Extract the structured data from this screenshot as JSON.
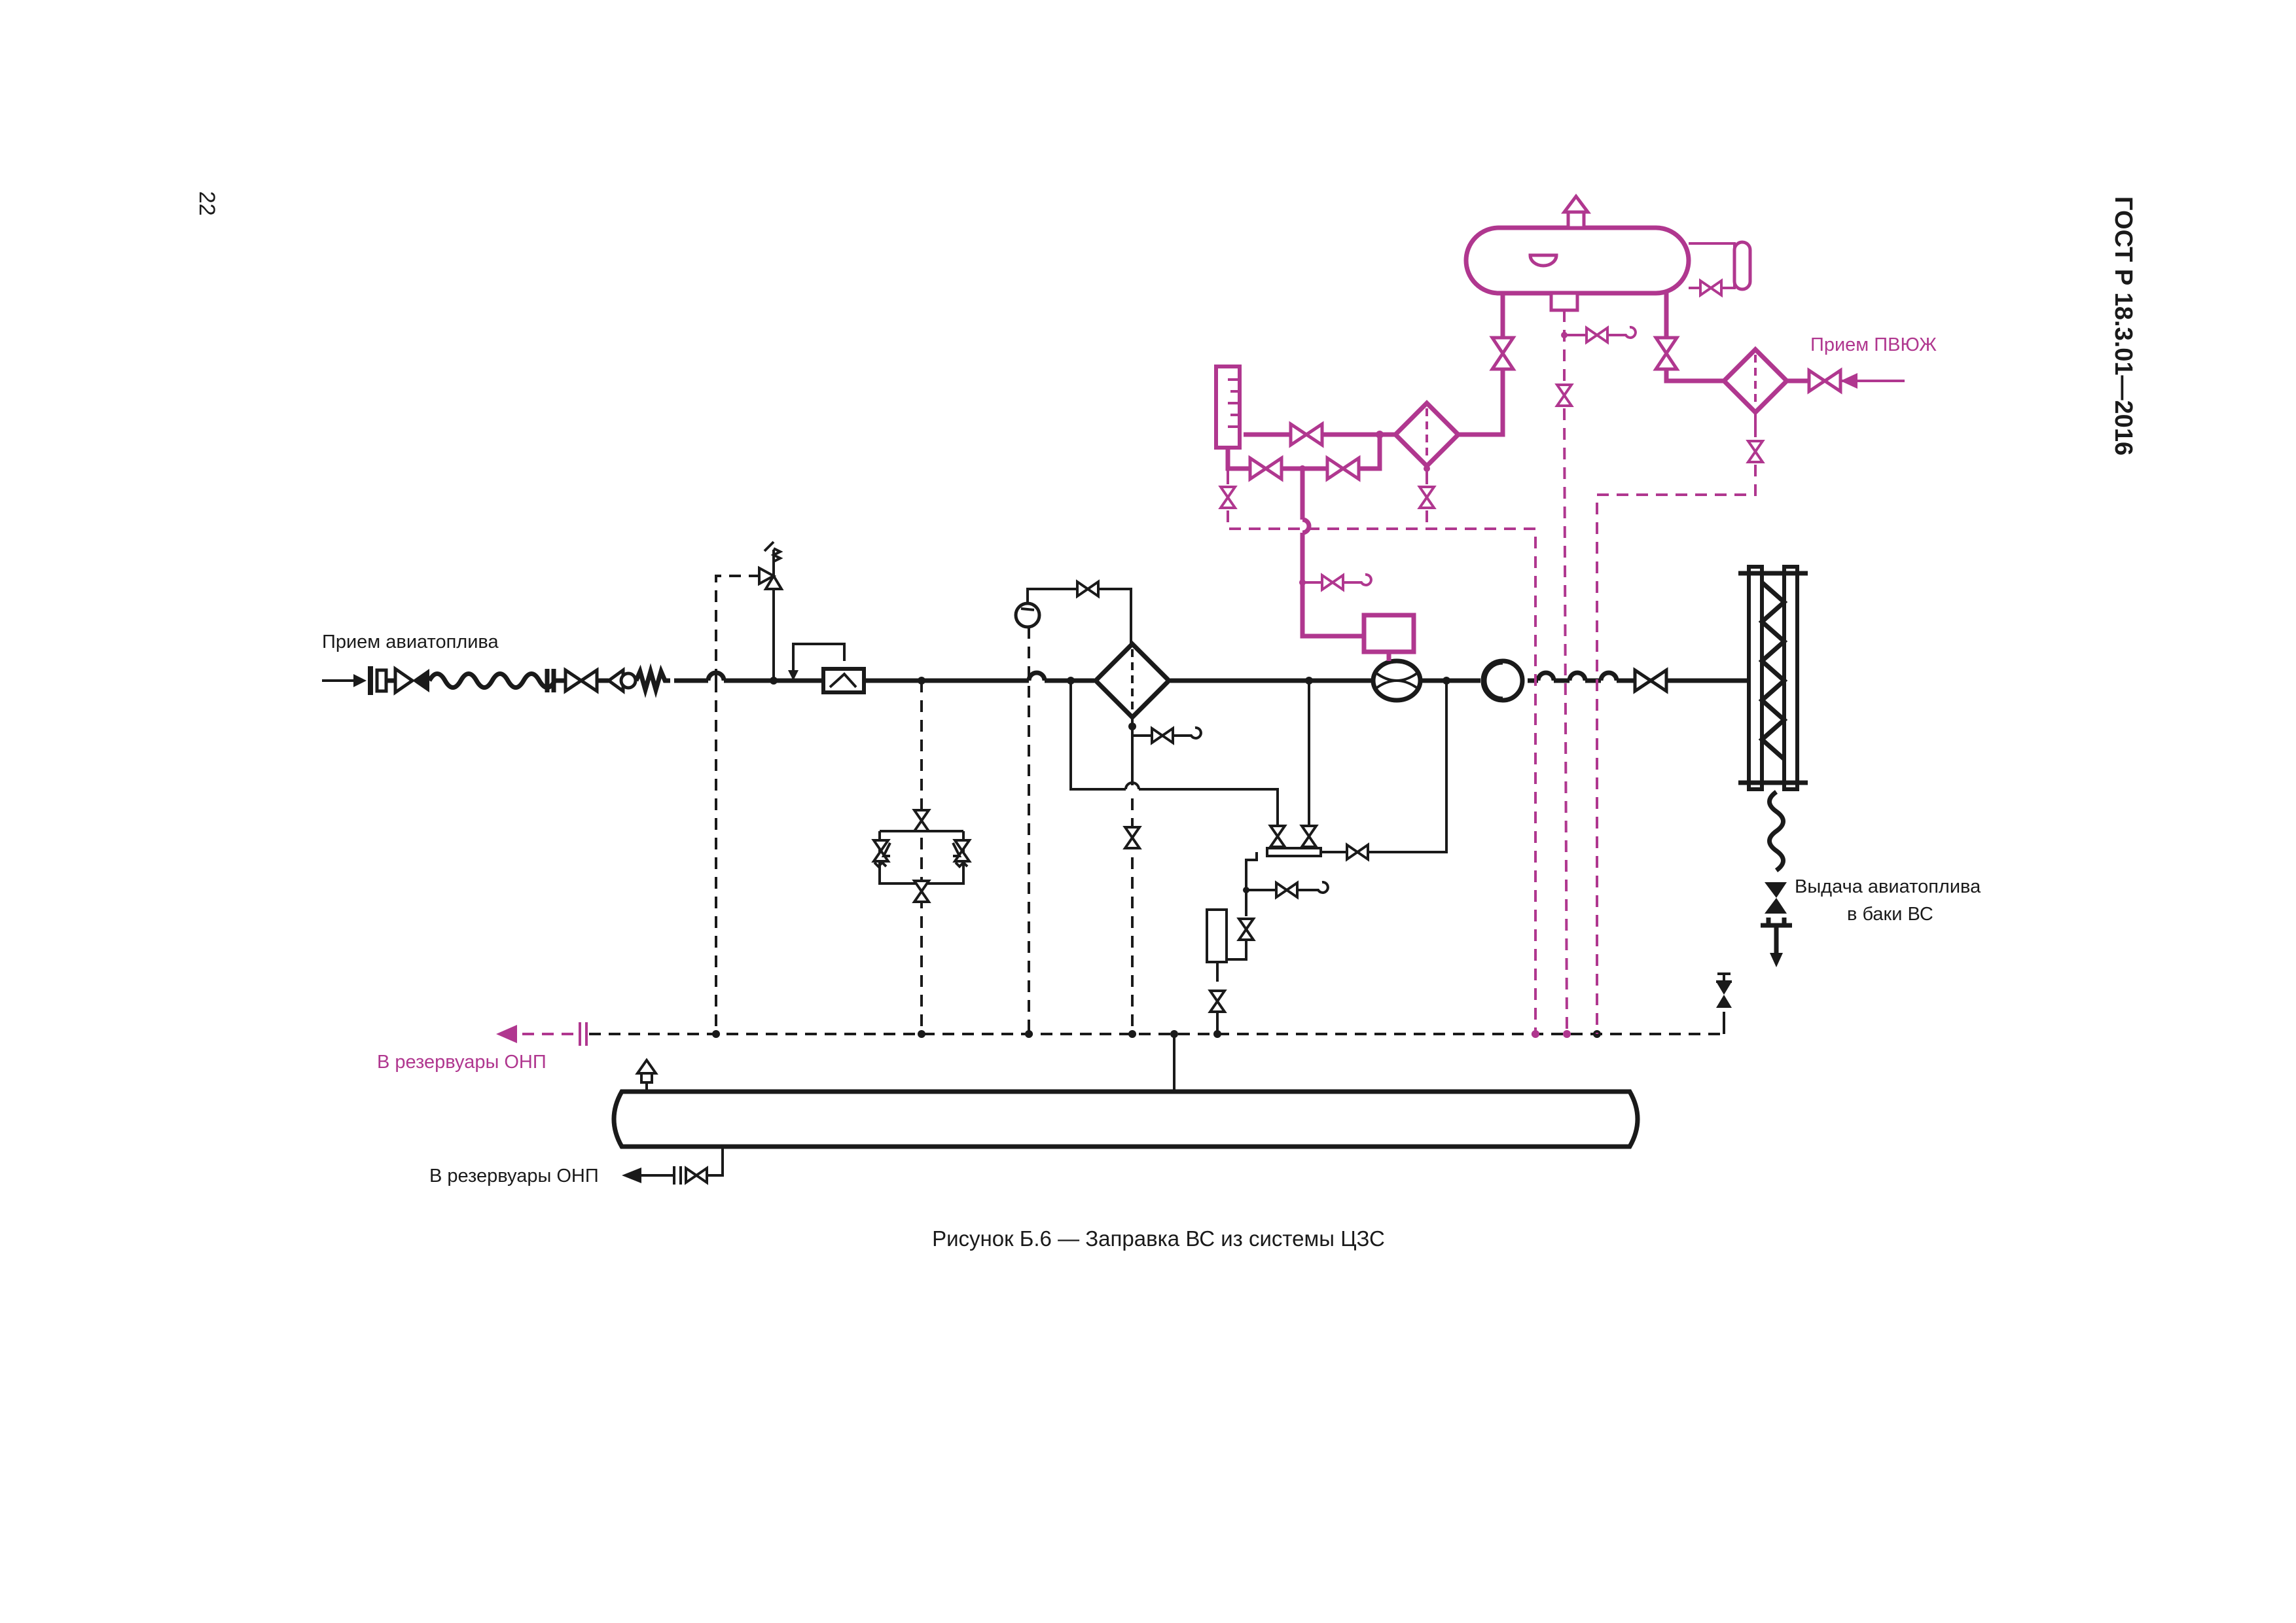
{
  "header": {
    "standard": "ГОСТ Р 18.3.01—2016",
    "page_number": "22"
  },
  "figure": {
    "caption": "Рисунок Б.6 — Заправка ВС из системы ЦЗС",
    "labels": {
      "intake": "Прием авиатоплива",
      "pvyzh_intake": "Прием ПВЮЖ",
      "delivery_line1": "Выдача авиатоплива",
      "delivery_line2": "в баки ВС",
      "to_tanks_top": "В резервуары ОНП",
      "to_tanks_bottom": "В резервуары ОНП"
    }
  },
  "colors": {
    "line": "#1a1a1a",
    "accent": "#b0378f",
    "background": "#ffffff"
  },
  "icons": [
    "valve-icon",
    "check-valve-icon",
    "filter-icon",
    "flow-meter-icon",
    "hose-icon",
    "tank-icon",
    "vent-icon",
    "pressure-gauge-icon",
    "arrow-icon"
  ]
}
